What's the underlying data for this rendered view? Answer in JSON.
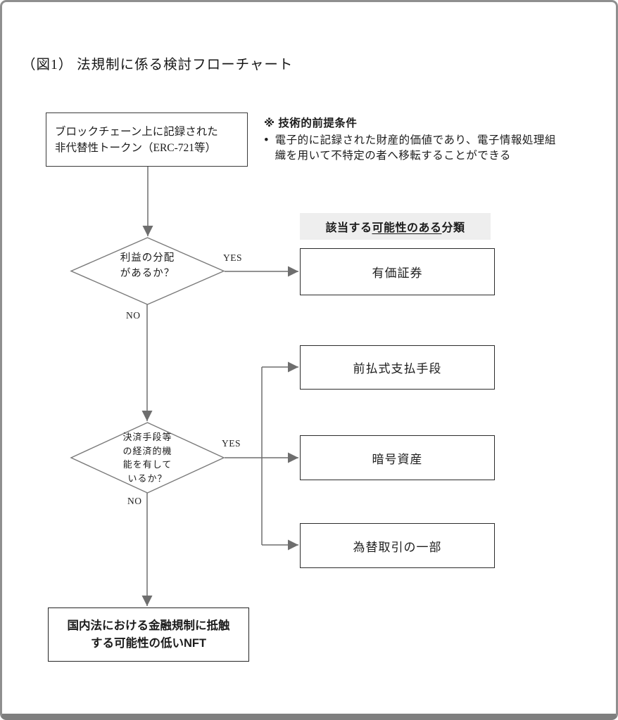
{
  "page": {
    "title": "（図1） 法規制に係る検討フローチャート"
  },
  "note": {
    "heading": "※ 技術的前提条件",
    "bullet_icon": "•",
    "body": "電子的に記録された財産的価値であり、電子情報処理組\n織を用いて不特定の者へ移転することができる"
  },
  "flow": {
    "start": "ブロックチェーン上に記録された\n非代替性トークン（ERC-721等）",
    "decision1": "利益の分配\nがあるか？",
    "decision2": "決済手段等\nの経済的機\n能を有して\nいるか？",
    "yes1": "YES",
    "no1": "NO",
    "yes2": "YES",
    "no2": "NO",
    "end": "国内法における金融規制に抵触\nする可能性の低いNFT"
  },
  "categories": {
    "header_prefix": "該当する",
    "header_underlined": "可能性のある",
    "header_suffix": "分類",
    "securities": "有価証券",
    "prepaid": "前払式支払手段",
    "crypto": "暗号資産",
    "exchange": "為替取引の一部"
  },
  "colors": {
    "connector": "#6e6e6e",
    "diamond_border": "#7a7a7a",
    "box_border": "#2b2b2b",
    "header_background": "#eeeeee",
    "page_border": "#8f8f8f"
  }
}
